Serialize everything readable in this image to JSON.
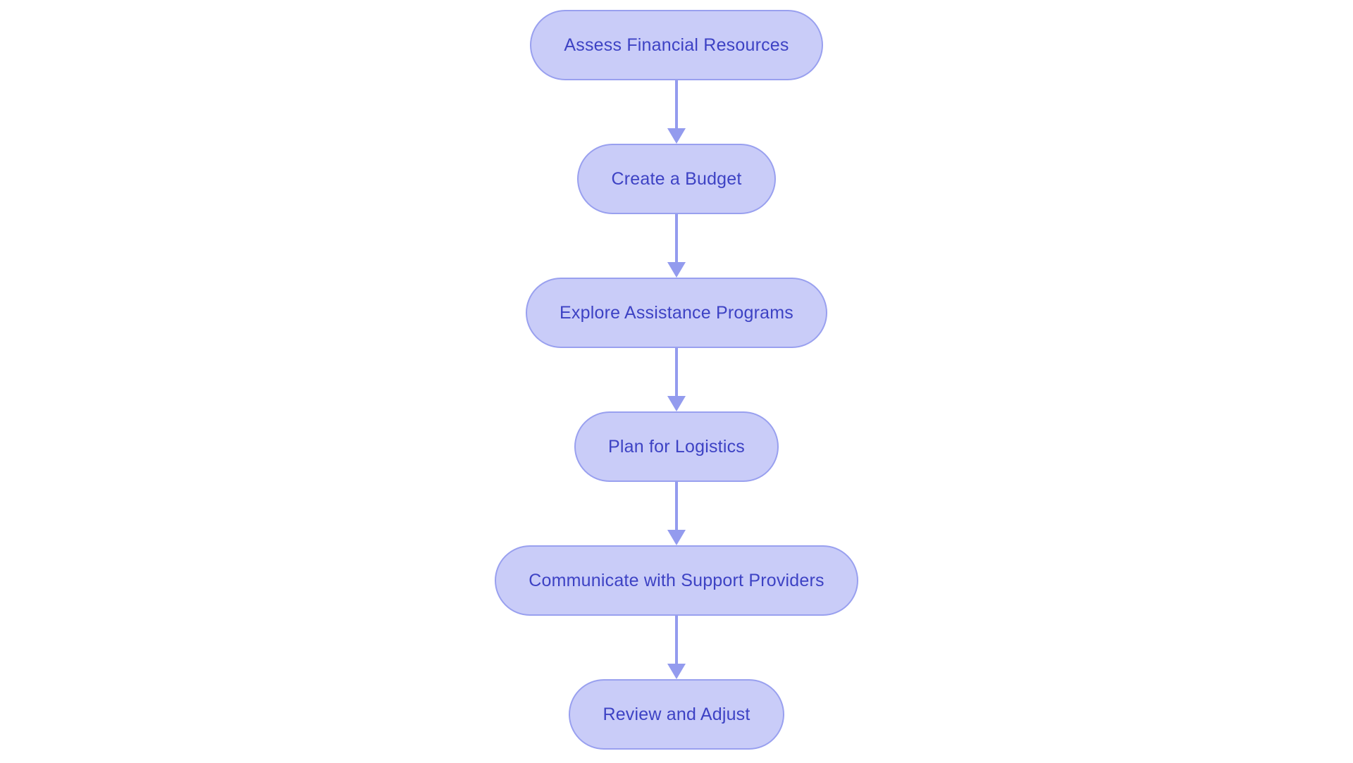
{
  "diagram": {
    "type": "flowchart",
    "direction": "top-down",
    "colors": {
      "background": "#ffffff",
      "node_fill": "#c9ccf8",
      "node_border": "#99a0ef",
      "node_text": "#3d42c4",
      "arrow": "#939bee"
    },
    "nodes": [
      {
        "id": "assess-financial-resources",
        "label": "Assess Financial Resources"
      },
      {
        "id": "create-a-budget",
        "label": "Create a Budget"
      },
      {
        "id": "explore-assistance-programs",
        "label": "Explore Assistance Programs"
      },
      {
        "id": "plan-for-logistics",
        "label": "Plan for Logistics"
      },
      {
        "id": "communicate-with-support-providers",
        "label": "Communicate with Support Providers"
      },
      {
        "id": "review-and-adjust",
        "label": "Review and Adjust"
      }
    ],
    "edges": [
      {
        "from": "assess-financial-resources",
        "to": "create-a-budget"
      },
      {
        "from": "create-a-budget",
        "to": "explore-assistance-programs"
      },
      {
        "from": "explore-assistance-programs",
        "to": "plan-for-logistics"
      },
      {
        "from": "plan-for-logistics",
        "to": "communicate-with-support-providers"
      },
      {
        "from": "communicate-with-support-providers",
        "to": "review-and-adjust"
      }
    ]
  }
}
